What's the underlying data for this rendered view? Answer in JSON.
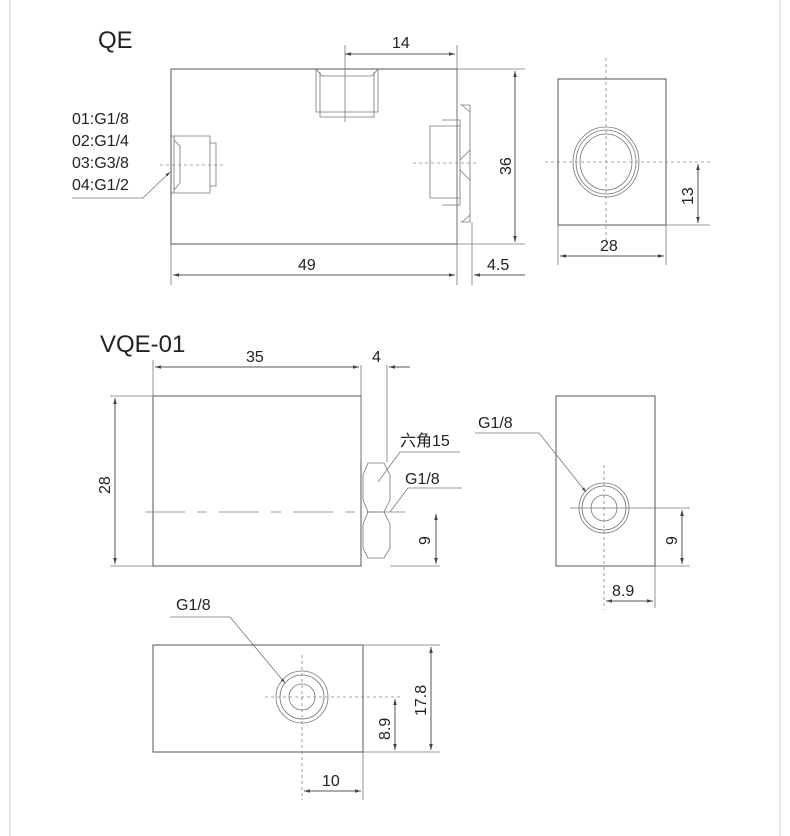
{
  "qe": {
    "title": "QE",
    "port_options": [
      "01:G1/8",
      "02:G1/4",
      "03:G3/8",
      "04:G1/2"
    ],
    "dims": {
      "top_port_offset": "14",
      "height": "36",
      "length": "49",
      "nut": "4.5",
      "side_width": "28",
      "side_port_height": "13"
    }
  },
  "vqe": {
    "title": "VQE-01",
    "dims": {
      "length": "35",
      "nut": "4",
      "height": "28",
      "port_height": "9",
      "side_port_height": "9",
      "side_port_offset": "8.9",
      "bottom_height": "17.8",
      "bottom_port_height": "8.9",
      "bottom_port_offset": "10"
    },
    "labels": {
      "hex": "六角15",
      "nut_port": "G1/8",
      "side_port": "G1/8",
      "bottom_port": "G1/8"
    }
  }
}
